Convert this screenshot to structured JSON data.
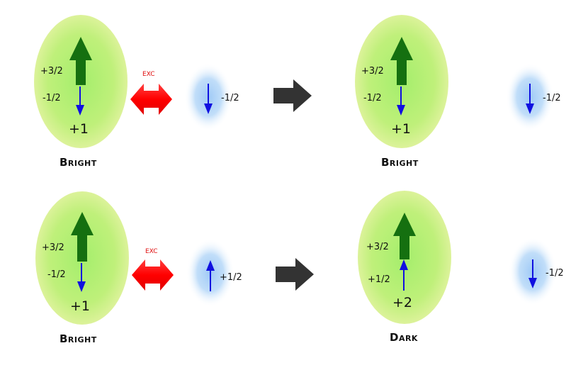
{
  "colors": {
    "ellipse_center": "#a8f070",
    "ellipse_edge": "#d8f090",
    "glow": "#9cc8f4",
    "big_arrow": "#157010",
    "spin_arrow": "#1010e0",
    "exc_arrow": "#ff0000",
    "transition_arrow": "#333333"
  },
  "rows": [
    {
      "before": {
        "big_spin": "+3/2",
        "small_spin": "-1/2",
        "small_arrow": "down",
        "total": "+1",
        "state": "Bright"
      },
      "exc": "EXC",
      "partner_before": {
        "spin": "-1/2",
        "arrow": "down"
      },
      "after": {
        "big_spin": "+3/2",
        "small_spin": "-1/2",
        "small_arrow": "down",
        "total": "+1",
        "state": "Bright"
      },
      "partner_after": {
        "spin": "-1/2",
        "arrow": "down"
      }
    },
    {
      "before": {
        "big_spin": "+3/2",
        "small_spin": "-1/2",
        "small_arrow": "down",
        "total": "+1",
        "state": "Bright"
      },
      "exc": "EXC",
      "partner_before": {
        "spin": "+1/2",
        "arrow": "up"
      },
      "after": {
        "big_spin": "+3/2",
        "small_spin": "+1/2",
        "small_arrow": "up",
        "total": "+2",
        "state": "Dark"
      },
      "partner_after": {
        "spin": "-1/2",
        "arrow": "down"
      }
    }
  ]
}
